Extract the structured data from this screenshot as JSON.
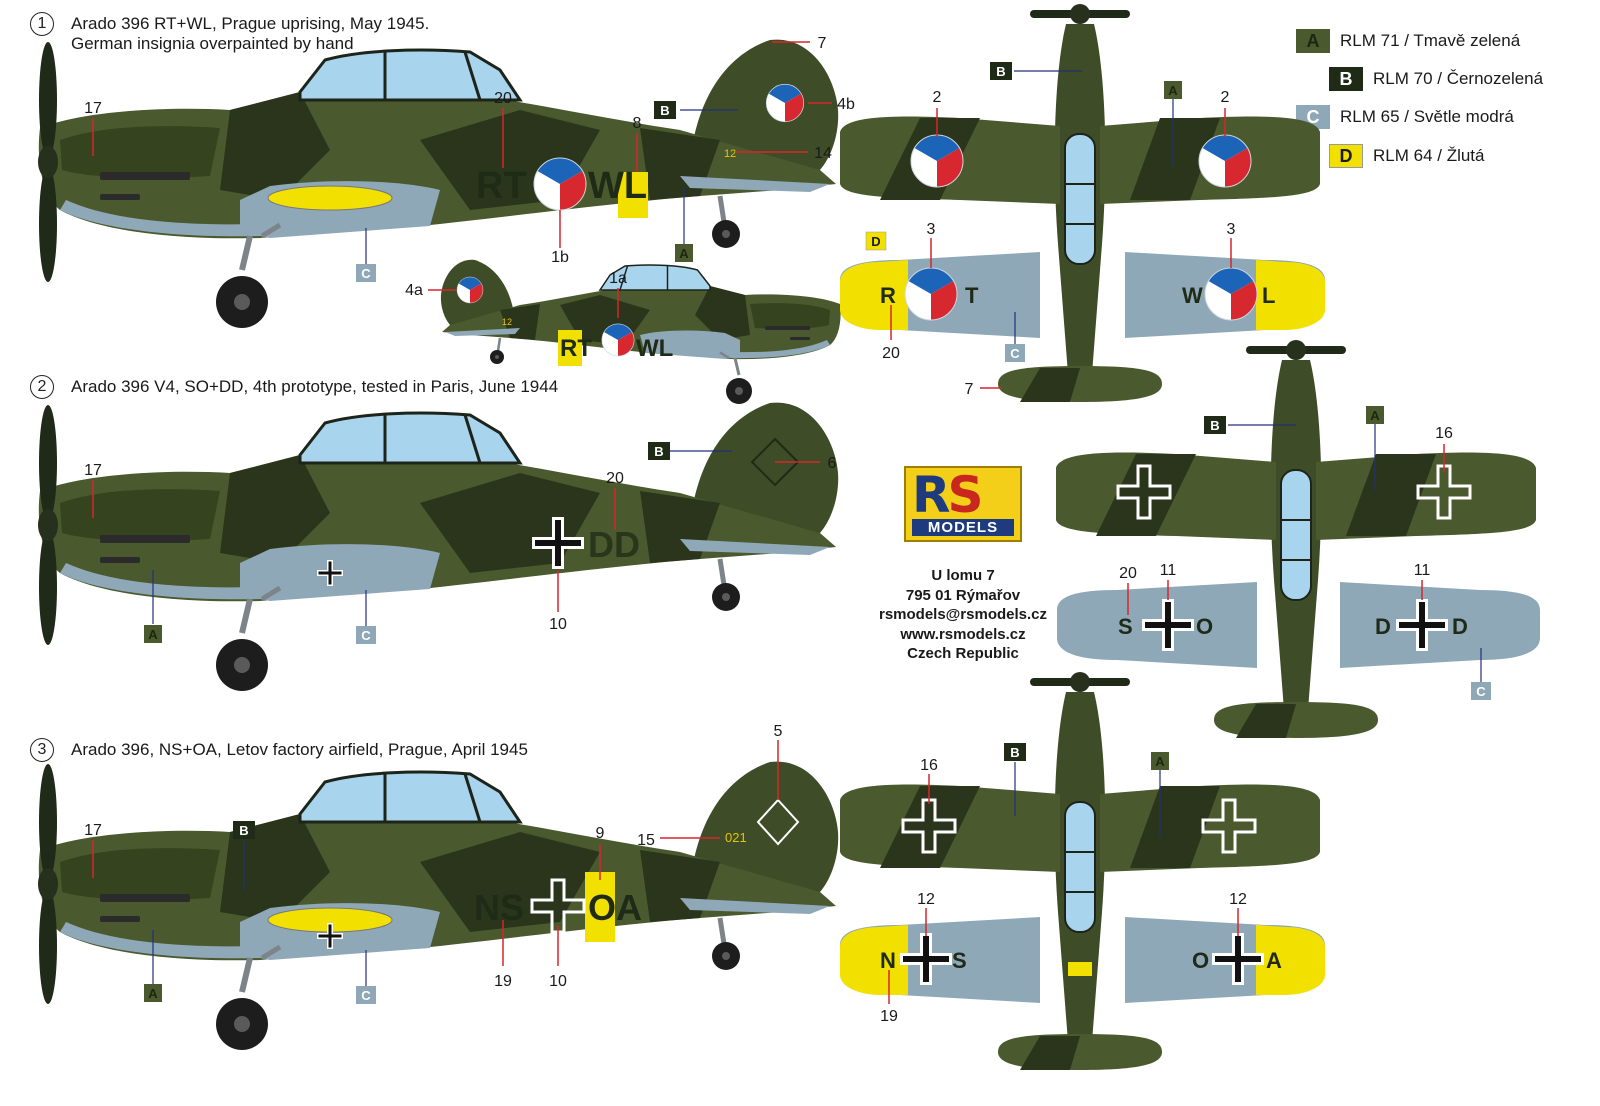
{
  "captions": [
    {
      "num": "1",
      "line1": "Arado 396 RT+WL, Prague uprising, May 1945.",
      "line2": "German insignia overpainted by hand"
    },
    {
      "num": "2",
      "line1": "Arado 396 V4, SO+DD, 4th prototype, tested in Paris, June 1944",
      "line2": ""
    },
    {
      "num": "3",
      "line1": "Arado 396, NS+OA, Letov factory airfield, Prague, April 1945",
      "line2": ""
    }
  ],
  "legend": [
    {
      "letter": "A",
      "label": "RLM 71 / Tmavě zelená",
      "color": "#4a5a2e",
      "text_color": "#1e2610"
    },
    {
      "letter": "B",
      "label": "RLM 70 / Černozelená",
      "color": "#1f2a17",
      "text_color": "#ffffff"
    },
    {
      "letter": "C",
      "label": "RLM 65 / Světle modrá",
      "color": "#8fa8b8",
      "text_color": "#ffffff"
    },
    {
      "letter": "D",
      "label": "RLM 64 / Žlutá",
      "color": "#f2e000",
      "text_color": "#1a1a1a"
    }
  ],
  "logo": {
    "letters_r": "R",
    "letters_s": "S",
    "word": "MODELS"
  },
  "address": [
    "U lomu 7",
    "795 01 Rýmařov",
    "rsmodels@rsmodels.cz",
    "www.rsmodels.cz",
    "Czech Republic"
  ],
  "callouts": {
    "n1": "1a",
    "n1b": "1b",
    "n2": "2",
    "n3": "3",
    "n4a": "4a",
    "n4b": "4b",
    "n5": "5",
    "n6": "6",
    "n7": "7",
    "n8": "8",
    "n9": "9",
    "n10": "10",
    "n11": "11",
    "n12": "12",
    "n14": "14",
    "n15": "15",
    "n16": "16",
    "n17": "17",
    "n19": "19",
    "n20": "20"
  },
  "codes": {
    "rt": "RT",
    "wl": "WL",
    "so": "SO",
    "dd": "DD",
    "ns": "NS",
    "oa": "OA",
    "r": "R",
    "t": "T",
    "w": "W",
    "l": "L",
    "s": "S",
    "o": "O",
    "d": "D",
    "n": "N",
    "a": "A",
    "tail12": "12",
    "tail021": "021"
  },
  "letters": {
    "a": "A",
    "b": "B",
    "c": "C",
    "d": "D"
  },
  "colors": {
    "rlm71": "#4a5a2e",
    "rlm70": "#1f2a17",
    "rlm65": "#8fa8b8",
    "rlm64": "#f2e000",
    "czech_red": "#d7282f",
    "czech_blue": "#1b64b8",
    "leader_red": "#d6262b",
    "leader_blue": "#23307a"
  }
}
